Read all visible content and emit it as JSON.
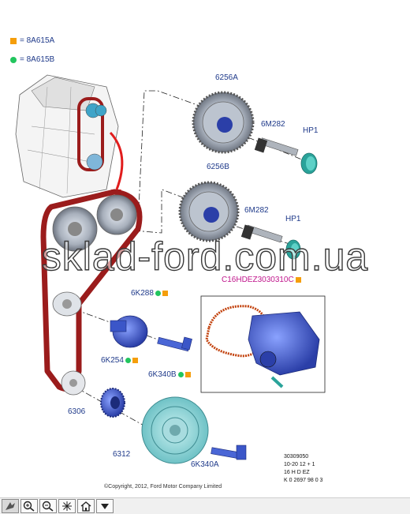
{
  "legend": [
    {
      "marker": "orange-square",
      "text": "= 8A615A"
    },
    {
      "marker": "green-dot",
      "text": "= 8A615B"
    }
  ],
  "parts": {
    "p6256A": "6256A",
    "p6M282a": "6M282",
    "pHP1a": "HP1",
    "p6256B": "6256B",
    "p6M282b": "6M282",
    "pHP1b": "HP1",
    "kit": "C16HDEZ3030310C",
    "p6K288": "6K288",
    "p6K254": "6K254",
    "p6K340B": "6K340B",
    "p6306": "6306",
    "p6312": "6312",
    "p6K340A": "6K340A"
  },
  "watermark": "sklad-ford.com.ua",
  "codes": [
    "30309050",
    "10-20 12 + 1",
    "16 H D EZ",
    "K 0 2697 98 0 3"
  ],
  "copyright": "©Copyright, 2012, Ford Motor Company Limited",
  "toolbar": [
    {
      "icon": "select-icon"
    },
    {
      "icon": "zoom-in-icon"
    },
    {
      "icon": "zoom-out-icon"
    },
    {
      "icon": "reset-view-icon"
    },
    {
      "icon": "home-icon"
    },
    {
      "icon": "dropdown-arrow-icon"
    }
  ],
  "colors": {
    "label": "#1f3a8a",
    "kit": "#c0158c",
    "belt": "#9b1c1c",
    "orange": "#f59e0b",
    "green": "#22c55e",
    "part_blue": "#3b56c8",
    "part_teal": "#2aa39a"
  }
}
